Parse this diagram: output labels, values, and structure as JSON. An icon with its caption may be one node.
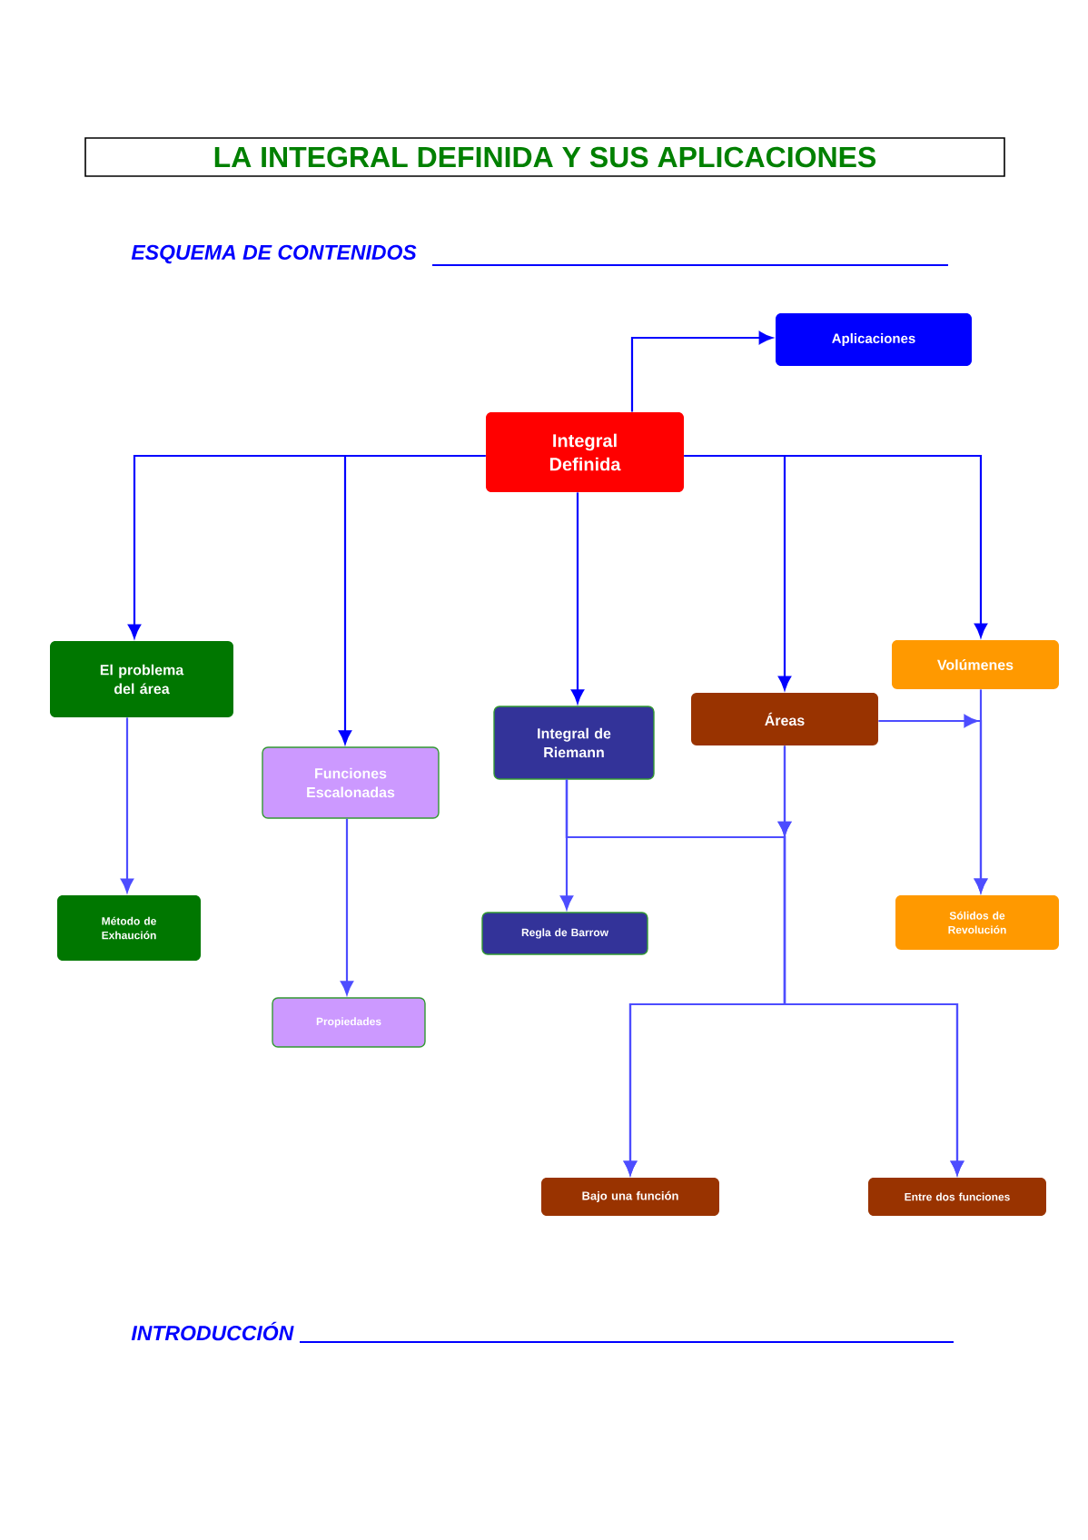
{
  "diagram": {
    "title": "LA INTEGRAL DEFINIDA Y SUS APLICACIONES",
    "nodes": [
      {
        "text": [
          "Integral Definida"
        ]
      },
      {
        "text": [
          "Aplicaciones"
        ]
      },
      {
        "text": [
          "El problema del área"
        ]
      },
      {
        "text": [
          "Funciones Escalonadas"
        ]
      },
      {
        "text": [
          "Integral de Riemann"
        ]
      },
      {
        "text": [
          "Áreas"
        ]
      },
      {
        "text": [
          "Volúmenes"
        ]
      },
      {
        "text": [
          "Método de Exhaución"
        ]
      },
      {
        "text": [
          "Regla de Barrow"
        ]
      },
      {
        "text": [
          "Propiedades"
        ]
      },
      {
        "text": [
          "Sólidos de Revolución"
        ]
      },
      {
        "text": [
          "Bajo una función"
        ]
      },
      {
        "text": [
          "Entre dos funciones"
        ]
      }
    ],
    "edges": [
      {
        "from": 0,
        "to": 1,
        "arrow": "to",
        "color": "#0000ff"
      },
      {
        "from": 0,
        "to": 2,
        "arrow": "to",
        "color": "#0000ff"
      },
      {
        "from": 0,
        "to": 3,
        "arrow": "to",
        "color": "#0000ff"
      },
      {
        "from": 0,
        "to": 4,
        "arrow": "to",
        "color": "#0000ff"
      },
      {
        "from": 0,
        "to": 5,
        "arrow": "to",
        "color": "#0000ff"
      },
      {
        "from": 0,
        "to": 6,
        "arrow": "to",
        "color": "#0000ff"
      },
      {
        "from": 2,
        "to": 7,
        "arrow": "to"
      },
      {
        "from": 3,
        "to": 9,
        "arrow": "to"
      },
      {
        "from": 4,
        "to": 8,
        "arrow": "to"
      },
      {
        "from": 4,
        "to": 11,
        "arrow": "to"
      },
      {
        "from": 4,
        "to": 12,
        "arrow": "to"
      },
      {
        "from": 5,
        "to": 11,
        "arrow": "to"
      },
      {
        "from": 5,
        "to": 12,
        "arrow": "to"
      },
      {
        "from": 5,
        "to": 10,
        "arrow": "to"
      },
      {
        "from": 6,
        "to": 10,
        "arrow": "to"
      }
    ],
    "labels": [
      "ESQUEMA DE CONTENIDOS",
      "INTRODUCCIÓN"
    ]
  }
}
